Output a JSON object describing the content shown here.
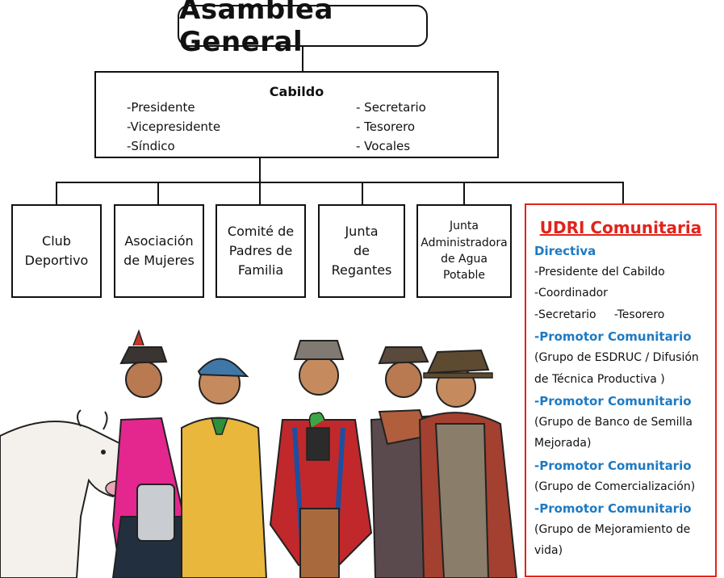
{
  "title": "Asamblea General",
  "cabildo": {
    "title": "Cabildo",
    "left_roles": [
      "-Presidente",
      "-Vicepresidente",
      "-Síndico"
    ],
    "right_roles": [
      "- Secretario",
      "- Tesorero",
      "- Vocales"
    ]
  },
  "orgs": [
    "Club\nDeportivo",
    "Asociación\nde Mujeres",
    "Comité de\nPadres de\nFamilia",
    "Junta\nde Regantes",
    "Junta\nAdministradora\nde Agua\nPotable"
  ],
  "udri": {
    "title": "UDRI Comunitaria",
    "lines": [
      {
        "text": "Directiva",
        "heading": true
      },
      {
        "text": "-Presidente del Cabildo",
        "heading": false
      },
      {
        "text": "-Coordinador",
        "heading": false
      },
      {
        "text": "-Secretario     -Tesorero",
        "heading": false
      },
      {
        "text": "-Promotor Comunitario",
        "heading": true
      },
      {
        "text": "(Grupo de ESDRUC / Difusión",
        "heading": false
      },
      {
        "text": "de Técnica Productiva )",
        "heading": false
      },
      {
        "text": "-Promotor Comunitario",
        "heading": true
      },
      {
        "text": "(Grupo de Banco de Semilla",
        "heading": false
      },
      {
        "text": "Mejorada)",
        "heading": false
      },
      {
        "text": "-Promotor Comunitario",
        "heading": true
      },
      {
        "text": "(Grupo de Comercialización)",
        "heading": false
      },
      {
        "text": "-Promotor Comunitario",
        "heading": true
      },
      {
        "text": "(Grupo de Mejoramiento de",
        "heading": false
      },
      {
        "text": "vida)",
        "heading": false
      }
    ]
  },
  "colors": {
    "udri_border": "#e2231a",
    "udri_heading": "#1e7ac2",
    "line": "#111111"
  }
}
